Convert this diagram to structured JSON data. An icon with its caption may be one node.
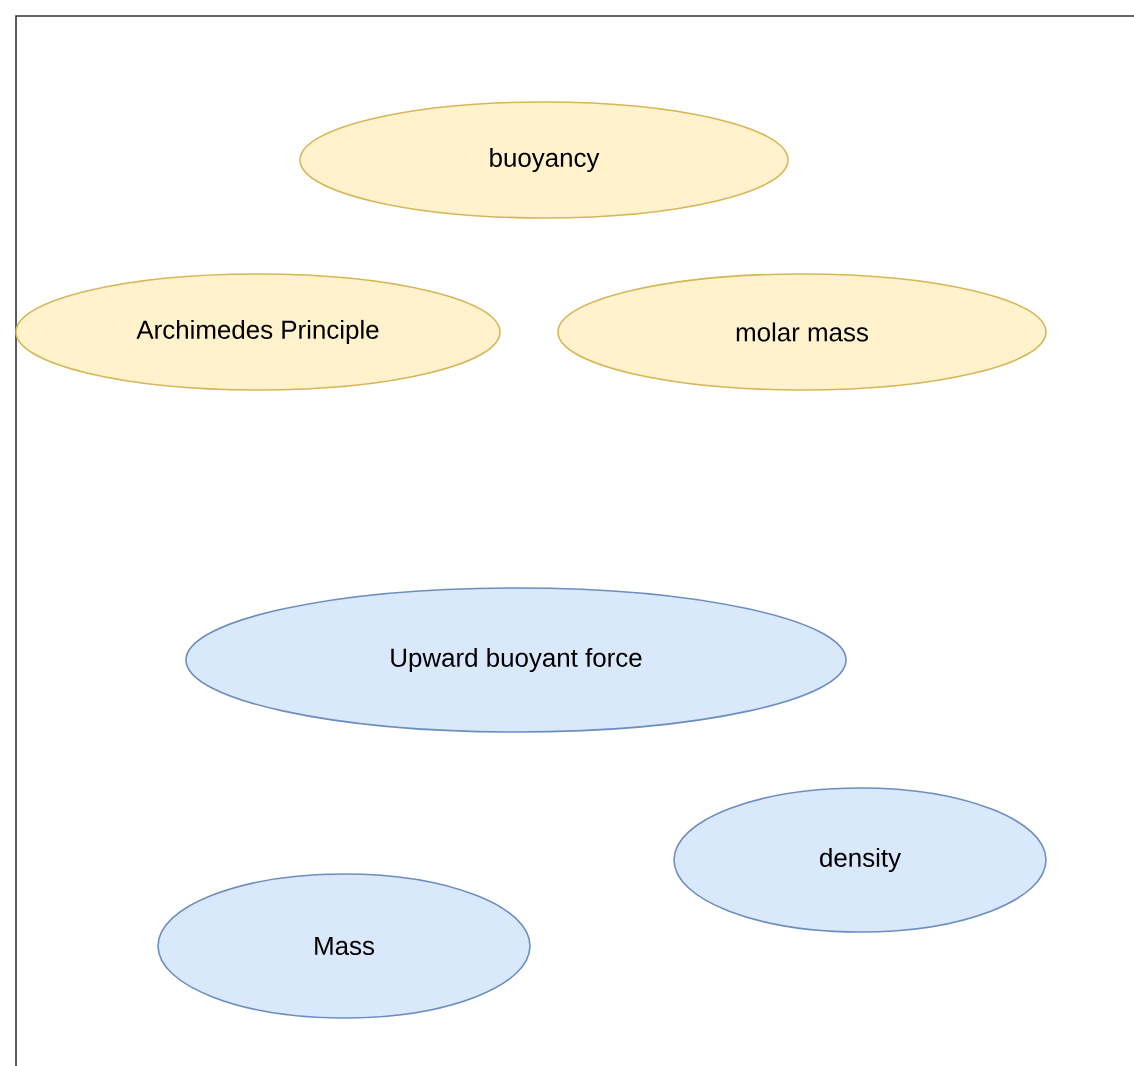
{
  "diagram": {
    "nodes": [
      {
        "text": [
          "buoyancy"
        ]
      },
      {
        "text": [
          "Archimedes Principle"
        ]
      },
      {
        "text": [
          "molar mass"
        ]
      },
      {
        "text": [
          "Upward buoyant force"
        ]
      },
      {
        "text": [
          "density"
        ]
      },
      {
        "text": [
          "Mass"
        ]
      }
    ]
  }
}
